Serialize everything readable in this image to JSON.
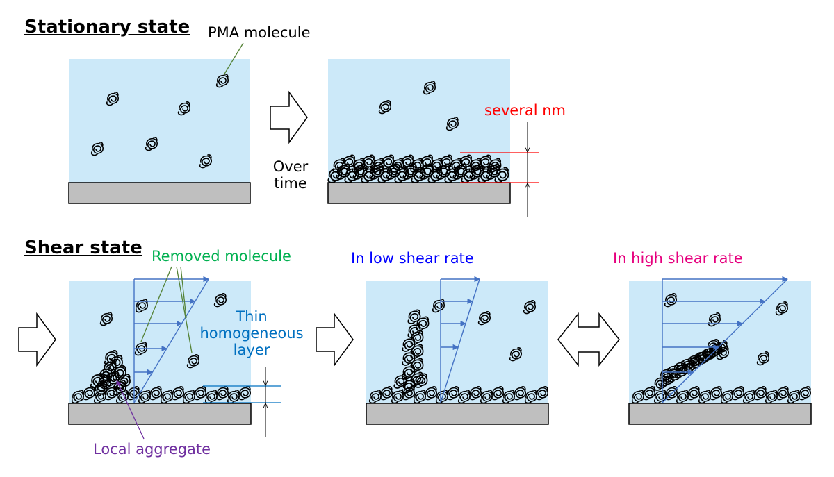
{
  "stationary": {
    "heading": "Stationary state",
    "pma_label": "PMA molecule",
    "over_time": [
      "Over",
      "time"
    ],
    "several_nm": "several nm"
  },
  "shear": {
    "heading": "Shear state",
    "removed_molecule": "Removed molecule",
    "thin_layer": [
      "Thin",
      "homogeneous",
      "layer"
    ],
    "local_aggregate": "Local aggregate",
    "low_rate": "In low shear rate",
    "high_rate": "In high shear rate"
  },
  "colors": {
    "fluid": "#cce9f9",
    "substrate": "#bfbfbf",
    "velocity": "#4472c4",
    "dimension": "#ff0000",
    "green_label": "#00b050",
    "blue_label": "#0000ff",
    "thin_label": "#0070c0",
    "purple_label": "#7030a0",
    "pink_label": "#e6007e"
  },
  "icons": [
    "right-arrow-icon",
    "double-arrow-icon",
    "molecule-coil-icon",
    "velocity-arrow-icon"
  ]
}
